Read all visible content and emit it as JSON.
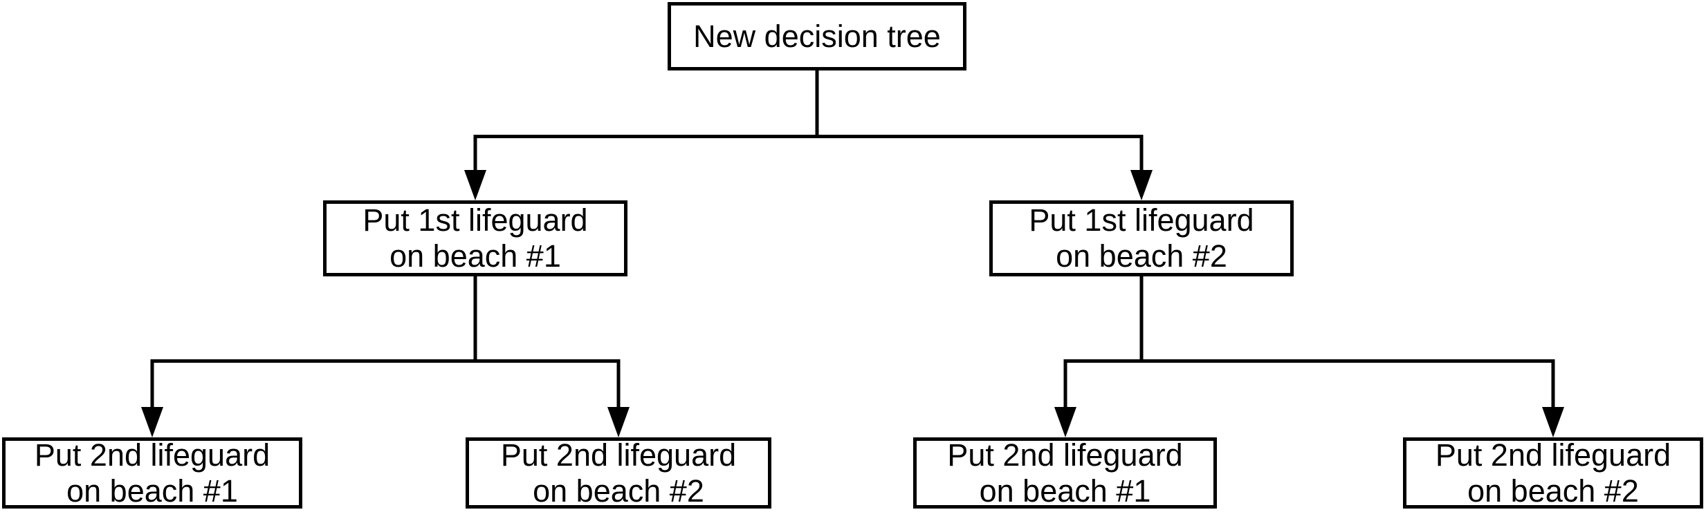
{
  "diagram": {
    "type": "decision-tree",
    "colors": {
      "background": "#ffffff",
      "line": "#000000",
      "box_border": "#000000",
      "text": "#000000"
    },
    "nodes": {
      "root": {
        "id": "root",
        "level": 1,
        "label": "New decision tree"
      },
      "l2_left": {
        "id": "l2_left",
        "level": 2,
        "label": "Put 1st lifeguard\non beach #1"
      },
      "l2_right": {
        "id": "l2_right",
        "level": 2,
        "label": "Put 1st lifeguard\non beach #2"
      },
      "l3_1": {
        "id": "l3_1",
        "level": 3,
        "label": "Put 2nd lifeguard\non beach #1"
      },
      "l3_2": {
        "id": "l3_2",
        "level": 3,
        "label": "Put 2nd lifeguard\non beach #2"
      },
      "l3_3": {
        "id": "l3_3",
        "level": 3,
        "label": "Put 2nd lifeguard\non beach #1"
      },
      "l3_4": {
        "id": "l3_4",
        "level": 3,
        "label": "Put 2nd lifeguard\non beach #2"
      }
    },
    "edges": [
      {
        "from": "root",
        "to": "l2_left",
        "arrow": "down"
      },
      {
        "from": "root",
        "to": "l2_right",
        "arrow": "down"
      },
      {
        "from": "l2_left",
        "to": "l3_1",
        "arrow": "down"
      },
      {
        "from": "l2_left",
        "to": "l3_2",
        "arrow": "down"
      },
      {
        "from": "l2_right",
        "to": "l3_3",
        "arrow": "down"
      },
      {
        "from": "l2_right",
        "to": "l3_4",
        "arrow": "down"
      }
    ]
  }
}
